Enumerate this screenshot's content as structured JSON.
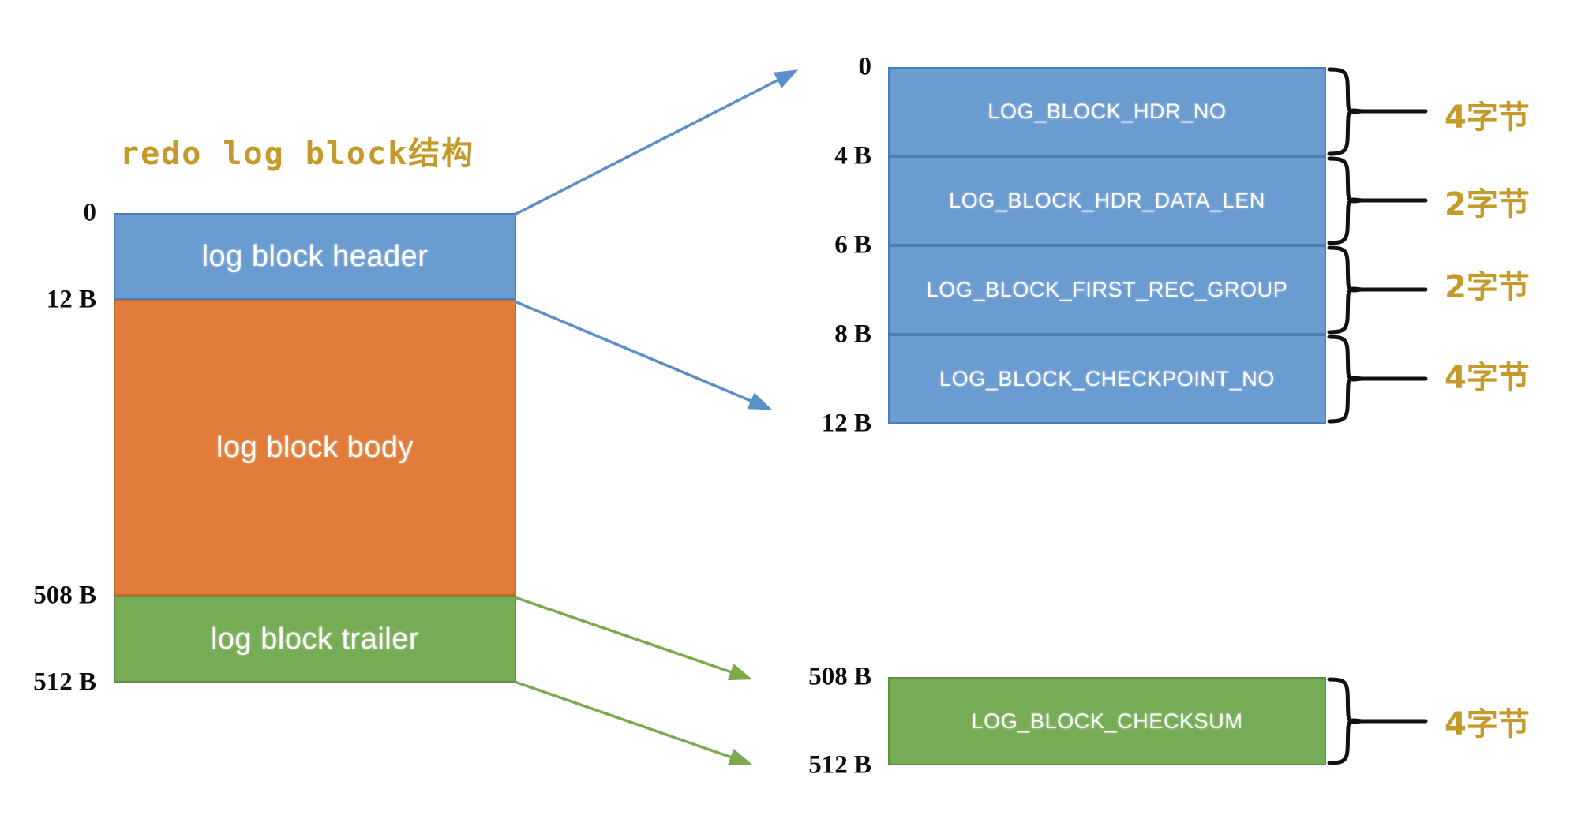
{
  "title": "redo log block结构",
  "colors": {
    "header_blue": "#6a9bd1",
    "body_orange": "#e07b39",
    "trailer_green": "#76ac55",
    "title_gold": "#c49a2a",
    "offset_text": "#0d0d0d",
    "arrow_blue": "#5b8fc9",
    "arrow_green": "#7aab4e",
    "brace_black": "#111111"
  },
  "left_stack": {
    "name": "redo-log-block-structure",
    "segments": [
      {
        "label": "log block header",
        "color": "header_blue",
        "start": "0",
        "end": "12 B"
      },
      {
        "label": "log block body",
        "color": "body_orange",
        "start": "12 B",
        "end": "508 B"
      },
      {
        "label": "log block trailer",
        "color": "trailer_green",
        "start": "508 B",
        "end": "512 B"
      }
    ],
    "offsets": [
      "0",
      "12 B",
      "508 B",
      "512 B"
    ]
  },
  "header_detail": {
    "name": "log-block-header-fields",
    "offsets": [
      "0",
      "4 B",
      "6 B",
      "8 B",
      "12 B"
    ],
    "fields": [
      {
        "label": "LOG_BLOCK_HDR_NO",
        "size": "4字节"
      },
      {
        "label": "LOG_BLOCK_HDR_DATA_LEN",
        "size": "2字节"
      },
      {
        "label": "LOG_BLOCK_FIRST_REC_GROUP",
        "size": "2字节"
      },
      {
        "label": "LOG_BLOCK_CHECKPOINT_NO",
        "size": "4字节"
      }
    ]
  },
  "trailer_detail": {
    "name": "log-block-trailer-fields",
    "offsets": [
      "508 B",
      "512 B"
    ],
    "fields": [
      {
        "label": "LOG_BLOCK_CHECKSUM",
        "size": "4字节"
      }
    ]
  }
}
